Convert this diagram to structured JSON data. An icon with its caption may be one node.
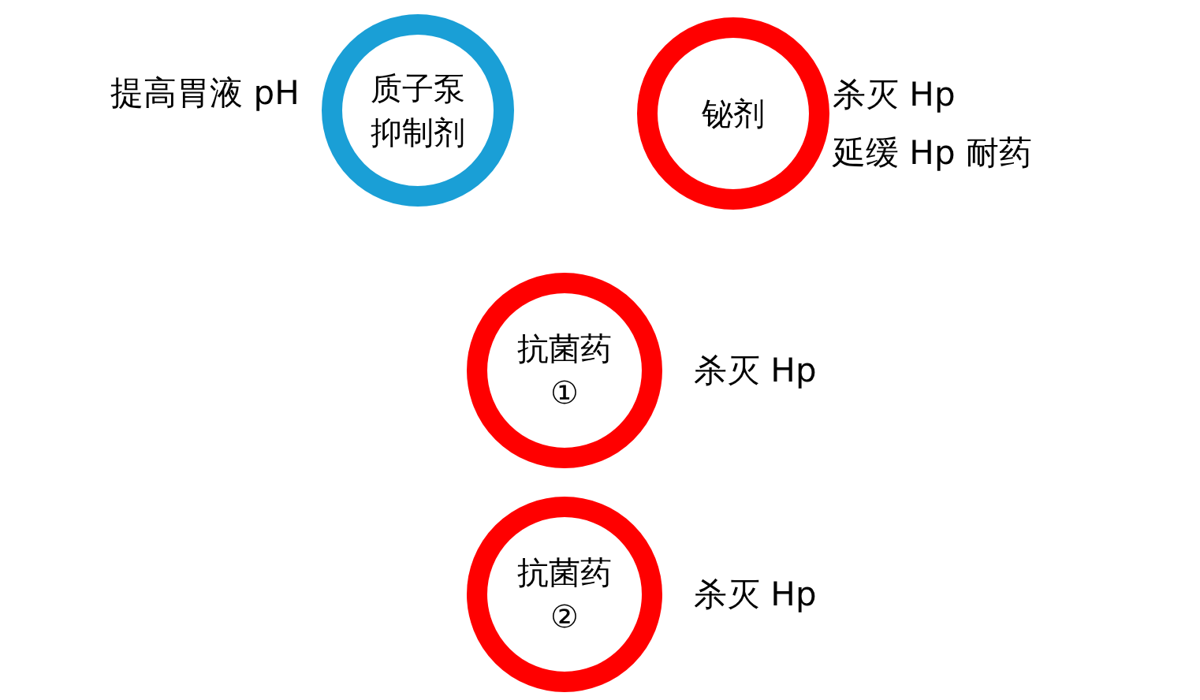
{
  "diagram": {
    "nodes": [
      {
        "text": [
          "质子泵抑制剂"
        ],
        "beside": [
          "提高胃液 pH"
        ]
      },
      {
        "text": [
          "铋剂"
        ],
        "beside": [
          "杀灭 Hp",
          "延缓 Hp 耐药"
        ]
      },
      {
        "text": [
          "抗菌药①"
        ],
        "beside": [
          "杀灭 Hp"
        ]
      },
      {
        "text": [
          "抗菌药②"
        ],
        "beside": [
          "杀灭 Hp"
        ]
      }
    ]
  }
}
